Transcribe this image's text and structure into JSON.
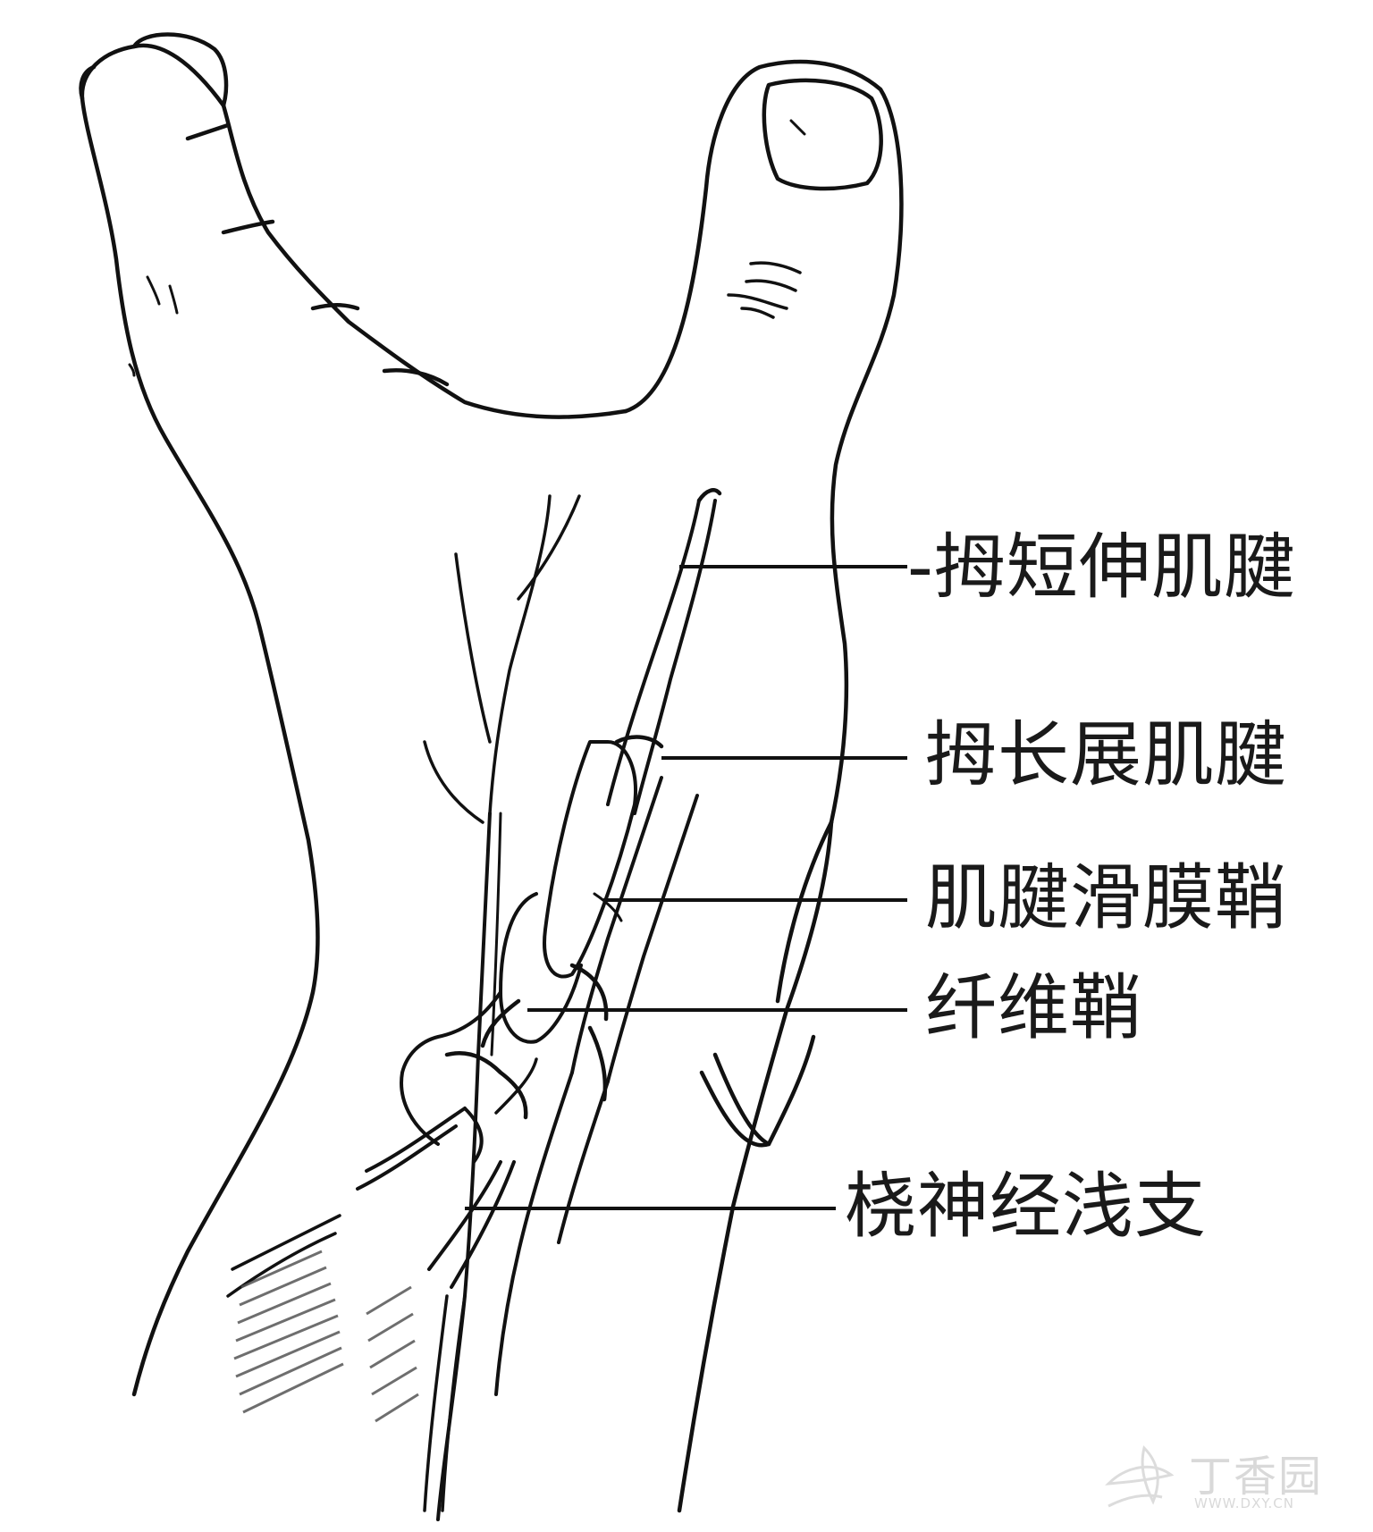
{
  "labels": {
    "epb": "-拇短伸肌腱",
    "apl": "拇长展肌腱",
    "synovial": "肌腱滑膜鞘",
    "fibrous": "纤维鞘",
    "radial_nerve": "桡神经浅支"
  },
  "watermark": {
    "name": "丁香园",
    "url": "WWW.DXY.CN"
  }
}
